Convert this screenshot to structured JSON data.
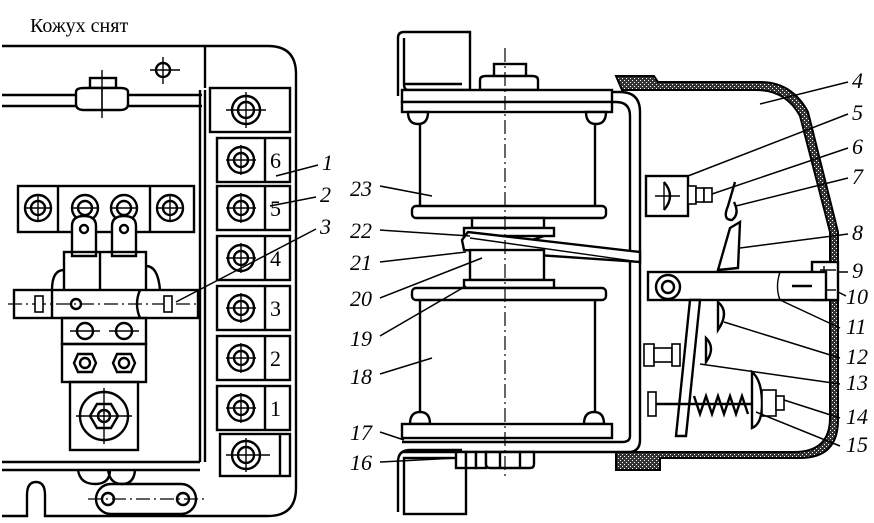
{
  "caption": "Кожух снят",
  "terminal_block": {
    "terminals": [
      "6",
      "5",
      "4",
      "3",
      "2",
      "1"
    ]
  },
  "callouts_left": [
    "1",
    "2",
    "3"
  ],
  "callouts_right_side": [
    "4",
    "5",
    "6",
    "7",
    "8",
    "9",
    "10",
    "11",
    "12",
    "13",
    "14",
    "15"
  ],
  "callouts_left_side": [
    "23",
    "22",
    "21",
    "20",
    "19",
    "18",
    "17",
    "16"
  ],
  "colors": {
    "ink": "#000000",
    "paper": "#ffffff"
  }
}
